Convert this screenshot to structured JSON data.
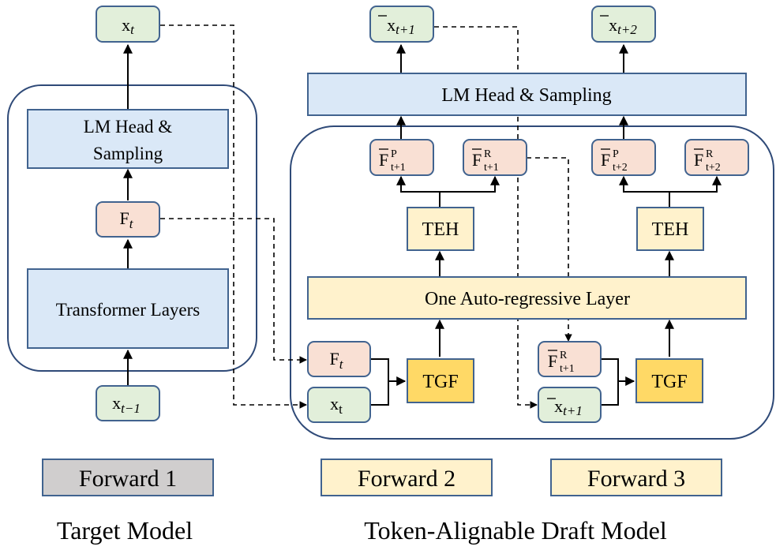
{
  "target_model": {
    "output": {
      "base": "x",
      "sub": "t"
    },
    "lm_head": {
      "line1": "LM Head &",
      "line2": "Sampling"
    },
    "feature": {
      "base": "F",
      "sub": "t"
    },
    "transformer": "Transformer Layers",
    "input": {
      "base": "x",
      "sub": "t−1"
    }
  },
  "draft_model": {
    "output_1": {
      "base": "x",
      "sub": "t+1"
    },
    "output_2": {
      "base": "x",
      "sub": "t+2"
    },
    "lm_head": "LM Head & Sampling",
    "feat_p1": {
      "base": "F",
      "sup": "P",
      "sub": "t+1"
    },
    "feat_r1": {
      "base": "F",
      "sup": "R",
      "sub": "t+1"
    },
    "feat_p2": {
      "base": "F",
      "sup": "P",
      "sub": "t+2"
    },
    "feat_r2": {
      "base": "F",
      "sup": "R",
      "sub": "t+2"
    },
    "teh": "TEH",
    "ar_layer": "One Auto-regressive Layer",
    "tgf": "TGF",
    "in_f": {
      "base": "F",
      "sub": "t"
    },
    "in_x": {
      "base": "x",
      "sub": "t"
    },
    "in_fr": {
      "base": "F",
      "sup": "R",
      "sub": "t+1"
    },
    "in_xb": {
      "base": "x",
      "sub": "t+1"
    }
  },
  "forward_labels": [
    "Forward 1",
    "Forward 2",
    "Forward 3"
  ],
  "captions": {
    "target": "Target Model",
    "draft": "Token-Alignable Draft Model"
  },
  "colors": {
    "green": "#e2efda",
    "blue": "#dae8f7",
    "pink": "#f9e0d4",
    "cream": "#fff2cc",
    "gold": "#ffd966",
    "gray": "#d0cece",
    "border": "#41638f",
    "container": "#2f4a78"
  }
}
